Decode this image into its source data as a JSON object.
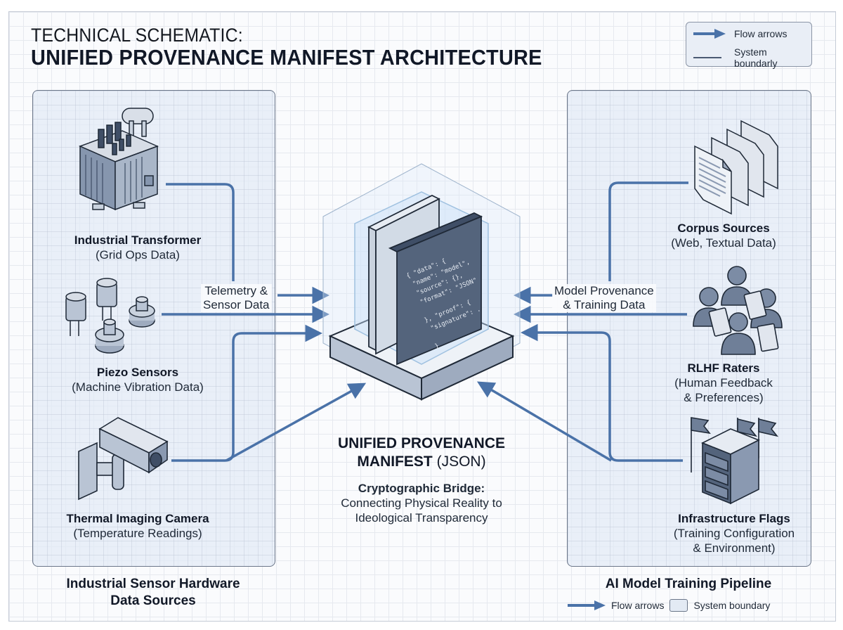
{
  "header": {
    "title_line1": "TECHNICAL SCHEMATIC:",
    "title_line2": "UNIFIED PROVENANCE MANIFEST ARCHITECTURE"
  },
  "legend_top": {
    "flow_arrows": "Flow arrows",
    "system_boundary": "System boundarly"
  },
  "left_panel": {
    "caption_line1": "Industrial Sensor Hardware",
    "caption_line2": "Data Sources",
    "nodes": [
      {
        "name": "Industrial Transformer",
        "desc": "(Grid Ops Data)",
        "icon": "transformer-icon"
      },
      {
        "name": "Piezo Sensors",
        "desc": "(Machine Vibration Data)",
        "icon": "piezo-sensors-icon"
      },
      {
        "name": "Thermal Imaging Camera",
        "desc": "(Temperature Readings)",
        "icon": "security-camera-icon"
      }
    ],
    "flow_label_line1": "Telemetry &",
    "flow_label_line2": "Sensor Data"
  },
  "right_panel": {
    "caption": "AI Model Training Pipeline",
    "nodes": [
      {
        "name": "Corpus Sources",
        "desc": "(Web, Textual Data)",
        "icon": "documents-stack-icon"
      },
      {
        "name": "RLHF Raters",
        "desc_line1": "(Human Feedback",
        "desc_line2": "& Preferences)",
        "icon": "people-clipboards-icon"
      },
      {
        "name": "Infrastructure Flags",
        "desc_line1": "(Training Configuration",
        "desc_line2": "& Environment)",
        "icon": "server-flags-icon"
      }
    ],
    "flow_label_line1": "Model Provenance",
    "flow_label_line2": "& Training Data"
  },
  "center": {
    "title_line1": "UNIFIED PROVENANCE",
    "title_line2_bold": "MANIFEST",
    "title_line2_suffix": "(JSON)",
    "subtitle_bold": "Cryptographic Bridge:",
    "subtitle_line1": "Connecting Physical Reality to",
    "subtitle_line2": "Ideological Transparency",
    "icon": "json-manifest-glass-cube-icon"
  },
  "legend_bottom": {
    "flow_arrows": "Flow arrows",
    "system_boundary": "System boundary"
  },
  "colors": {
    "flow": "#4a72a8",
    "panel_fill": "#e3eaf4",
    "panel_border": "#6b7689",
    "icon_dark": "#5a6b85",
    "icon_light": "#c9d2de",
    "text": "#111827"
  }
}
